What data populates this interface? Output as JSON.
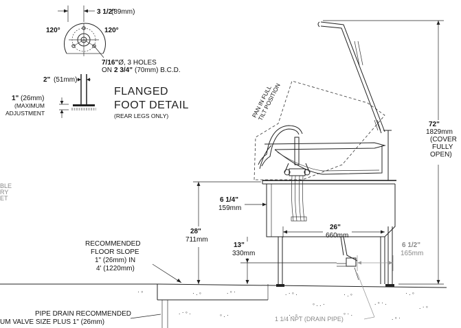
{
  "foot_detail": {
    "top_dim": "3 1/2\"",
    "top_dim_mm": "(89mm)",
    "angle_left": "120°",
    "angle_right": "120°",
    "holes_bold": "7/16\"",
    "holes_rest": "Ø, 3 HOLES",
    "bcd_prefix": "ON",
    "bcd_bold": "2 3/4\"",
    "bcd_rest": "(70mm) B.C.D.",
    "width_dim": "2\"",
    "width_dim_mm": "(51mm)",
    "adj_dim": "1\"",
    "adj_dim_mm": "(26mm)",
    "adj_line1": "(MAXIMUM",
    "adj_line2": "ADJUSTMENT",
    "title_line1": "FLANGED",
    "title_line2": "FOOT DETAIL",
    "subtitle": "(REAR LEGS ONLY)"
  },
  "partial_left_text": [
    "BLE",
    "RY",
    "ET"
  ],
  "pan_label": [
    "PAN IN FULL",
    "TILT POSITION"
  ],
  "dimensions": {
    "height_total": "72\"",
    "height_total_mm": "1829mm",
    "height_note": [
      "(COVER",
      "FULLY",
      "OPEN)"
    ],
    "pour_height": "28\"",
    "pour_height_mm": "711mm",
    "lip_offset": "6 1/4\"",
    "lip_offset_mm": "159mm",
    "depth": "26\"",
    "depth_mm": "660mm",
    "drain_height": "13\"",
    "drain_height_mm": "330mm",
    "drain_offset": "6 1/2\"",
    "drain_offset_mm": "165mm"
  },
  "floor_slope": [
    "RECOMMENDED",
    "FLOOR SLOPE",
    "1\" (26mm) IN",
    "4' (1220mm)"
  ],
  "pipe_drain": [
    "PIPE DRAIN RECOMMENDED",
    "UM VALVE SIZE PLUS 1\" (26mm)"
  ],
  "drain_pipe_label": "1 1/4 NPT (DRAIN PIPE)"
}
